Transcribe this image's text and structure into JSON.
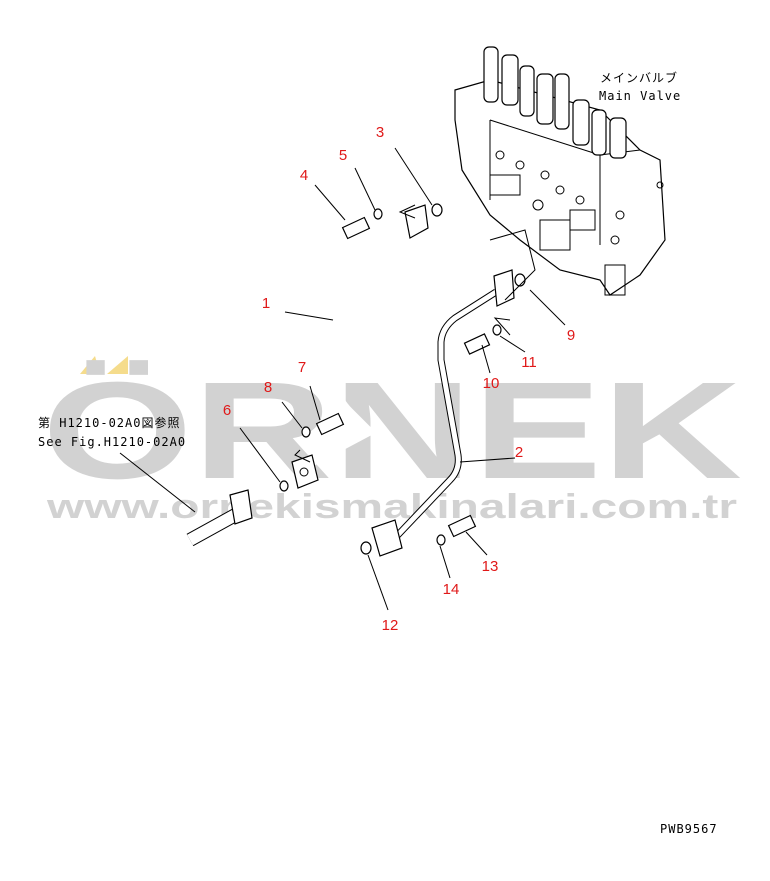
{
  "diagram": {
    "main_valve_label_jp": "メインバルブ",
    "main_valve_label_en": "Main Valve",
    "see_fig_jp": "第 H1210-02A0図参照",
    "see_fig_en": "See Fig.H1210-02A0",
    "drawing_code": "PWB9567",
    "part_numbers": {
      "p1": "1",
      "p2": "2",
      "p3": "3",
      "p4": "4",
      "p5": "5",
      "p6": "6",
      "p7": "7",
      "p8": "8",
      "p9": "9",
      "p10": "10",
      "p11": "11",
      "p12": "12",
      "p13": "13",
      "p14": "14"
    },
    "callout_color": "#e01818"
  },
  "watermark": {
    "brand": "ÖRNEK",
    "url": "www.ornekismakinalari.com.tr",
    "color": "#d2d2d2",
    "accent": "#f5dc8c"
  }
}
